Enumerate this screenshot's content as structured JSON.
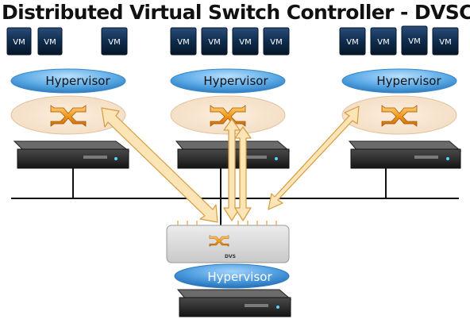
{
  "title": "Distributed Virtual Switch Controller - DVSC",
  "vm_label": "VM",
  "hypervisor_label": "Hypervisor",
  "dvs_label": "DVS",
  "colors": {
    "vm_fill": "#0d2a4a",
    "hypervisor_fill": "#5aaae6",
    "switch_orange": "#f29a1e",
    "arrow_fill": "#fbe4b6",
    "arrow_stroke": "#d79a3c",
    "network_line": "#111111",
    "controller_fill": "#d8d8d8"
  },
  "icons": [
    "vm-icon",
    "hypervisor-ellipse",
    "virtual-switch-icon",
    "server-icon",
    "arrow-icon"
  ]
}
